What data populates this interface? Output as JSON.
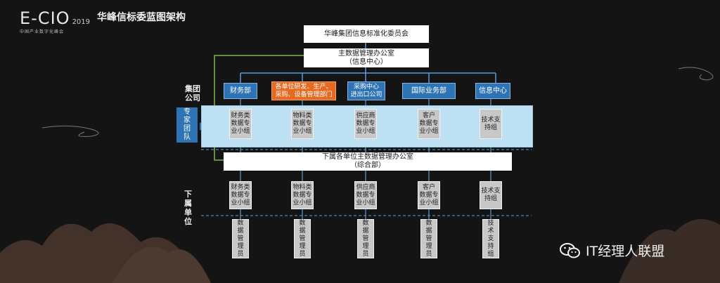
{
  "logo": {
    "main": "E-CIO",
    "year": "2019",
    "sub": "中国产业数字化峰会"
  },
  "title": "华峰信标委蓝图架构",
  "committee": "华峰集团信息标准化委员会",
  "office": {
    "line1": "主数据管理办公室",
    "line2": "（信息中心）"
  },
  "left_labels": {
    "group": "集团\n公司",
    "expert": "专\n家\n团\n队",
    "sub": "下\n属\n单\n位"
  },
  "departments": [
    "财务部",
    "各单位研发、生产、\n采购、设备管理部门",
    "采购中心\n进出口公司",
    "国际业务部",
    "信息中心"
  ],
  "expert_groups": [
    "财务类\n数据专\n业小组",
    "物料类\n数据专\n业小组",
    "供应商\n数据专\n业小组",
    "客户\n数据专\n业小组",
    "技术支\n持组"
  ],
  "sub_office": {
    "line1": "下属各单位主数据管理办公室",
    "line2": "（综合部）"
  },
  "sub_groups": [
    "财务类\n数据专\n业小组",
    "物料类\n数据专\n业小组",
    "供应商\n数据专\n业小组",
    "客户\n数据专\n业小组",
    "技术支\n持组"
  ],
  "admins": [
    "数\n据\n管\n理\n员",
    "数\n据\n管\n理\n员",
    "数\n据\n管\n理\n员",
    "数\n据\n管\n理\n员",
    "技\n术\n支\n持\n组"
  ],
  "watermark": "IT经理人联盟",
  "colors": {
    "dept_blue": "#2e74b5",
    "dept_orange": "#e66b22",
    "band": "#bde0f2",
    "connector_green": "#7ab648",
    "connector_blue": "#5b9bd5"
  }
}
